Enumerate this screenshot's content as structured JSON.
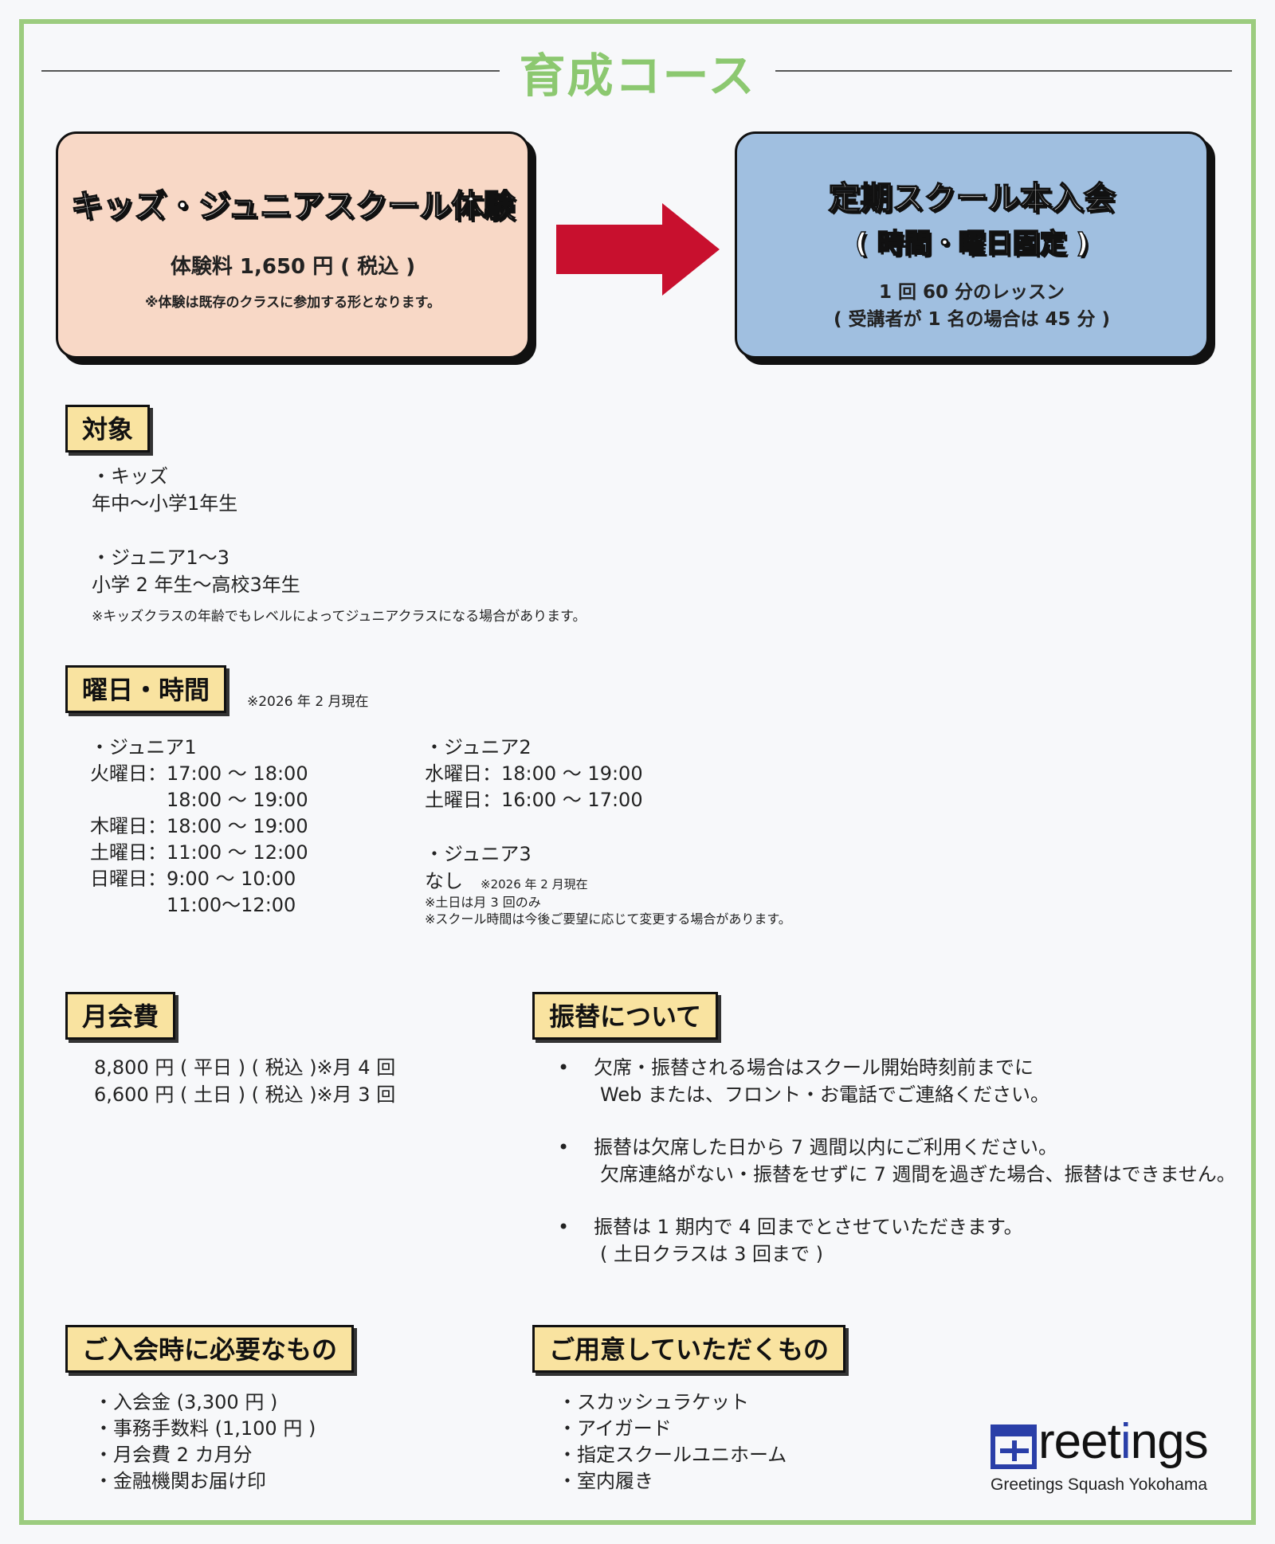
{
  "title": "育成コース",
  "trial": {
    "heading": "キッズ・ジュニアスクール体験",
    "fee": "体験料 1,650 円 ( 税込 )",
    "note": "※体験は既存のクラスに参加する形となります。"
  },
  "regular": {
    "heading": "定期スクール本入会",
    "sub": "( 時間・曜日固定 )",
    "lesson": "1 回 60 分のレッスン",
    "lesson_note": "( 受講者が 1 名の場合は 45 分 )"
  },
  "colors": {
    "frame": "#9ccc7f",
    "title": "#8cc870",
    "trial_bg": "#f8d8c6",
    "regular_bg": "#a0bfe0",
    "arrow": "#c8102e",
    "label_bg": "#f9e3a0"
  },
  "target": {
    "label": "対象",
    "lines": [
      "・キッズ",
      "年中～小学1年生",
      "・ジュニア1～3",
      "小学 2 年生～高校3年生"
    ],
    "note": "※キッズクラスの年齢でもレベルによってジュニアクラスになる場合があります。"
  },
  "schedule": {
    "label": "曜日・時間",
    "as_of": "※2026 年 2 月現在",
    "junior1": [
      "・ジュニア1",
      "火曜日：17:00 ～ 18:00",
      "　　　　18:00 ～ 19:00",
      "木曜日：18:00 ～ 19:00",
      "土曜日：11:00 ～ 12:00",
      "日曜日：9:00 ～ 10:00",
      "　　　　11:00～12:00"
    ],
    "junior2": [
      "・ジュニア2",
      "水曜日：18:00 ～ 19:00",
      "土曜日：16:00 ～ 17:00"
    ],
    "junior3": {
      "name": "・ジュニア3",
      "value": "なし",
      "as_of": "※2026 年 2 月現在",
      "notes": [
        "※土日は月 3 回のみ",
        "※スクール時間は今後ご要望に応じて変更する場合があります。"
      ]
    }
  },
  "fee": {
    "label": "月会費",
    "lines": [
      "8,800 円 ( 平日 ) ( 税込 )※月 4 回",
      "6,600 円 ( 土日 ) ( 税込 )※月 3 回"
    ]
  },
  "makeup": {
    "label": "振替について",
    "items": [
      [
        "欠席・振替される場合はスクール開始時刻前までに",
        "Web または、フロント・お電話でご連絡ください。"
      ],
      [
        "振替は欠席した日から 7 週間以内にご利用ください。",
        "欠席連絡がない・振替をせずに 7 週間を過ぎた場合、振替はできません。"
      ],
      [
        "振替は 1 期内で 4 回までとさせていただきます。",
        "( 土日クラスは 3 回まで )"
      ]
    ]
  },
  "required": {
    "label": "ご入会時に必要なもの",
    "items": [
      "・入会金 (3,300 円 )",
      "・事務手数料 (1,100 円 )",
      "・月会費 2 カ月分",
      "・金融機関お届け印"
    ]
  },
  "prepare": {
    "label": "ご用意していただくもの",
    "items": [
      "・スカッシュラケット",
      "・アイガード",
      "・指定スクールユニホーム",
      "・室内履き"
    ]
  },
  "logo": {
    "word": "Greetings",
    "tagline": "Greetings Squash Yokohama"
  }
}
